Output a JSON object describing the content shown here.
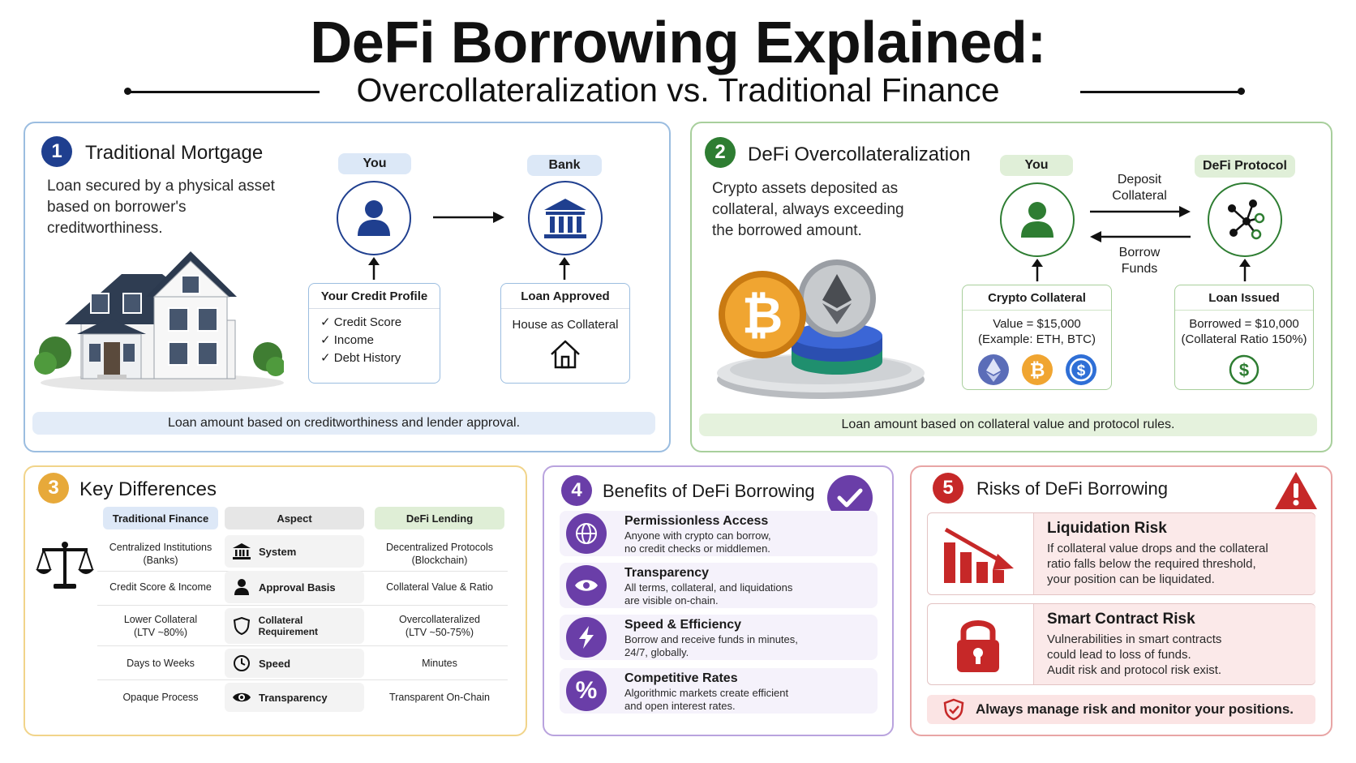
{
  "header": {
    "title": "DeFi Borrowing Explained:",
    "subtitle": "Overcollateralization vs. Traditional Finance"
  },
  "traditional": {
    "number": "1",
    "title": "Traditional Mortgage",
    "description": [
      "Loan secured by a physical asset",
      "based on borrower's",
      "creditworthiness."
    ],
    "you_label": "You",
    "bank_label": "Bank",
    "credit_box": {
      "title": "Your Credit Profile",
      "items": [
        "Credit Score",
        "Income",
        "Debt History"
      ]
    },
    "loan_box": {
      "title": "Loan Approved",
      "text": "House as Collateral"
    },
    "banner": "Loan amount based on creditworthiness and lender approval."
  },
  "defi": {
    "number": "2",
    "title": "DeFi Overcollateralization",
    "description": [
      "Crypto assets deposited as",
      "collateral, always exceeding",
      "the borrowed amount."
    ],
    "you_label": "You",
    "protocol_label": "DeFi Protocol",
    "deposit_label": [
      "Deposit",
      "Collateral"
    ],
    "borrow_label": [
      "Borrow",
      "Funds"
    ],
    "collateral_box": {
      "title": "Crypto Collateral",
      "lines": [
        "Value = $15,000",
        "(Example: ETH, BTC)"
      ]
    },
    "loan_box": {
      "title": "Loan Issued",
      "lines": [
        "Borrowed = $10,000",
        "(Collateral Ratio 150%)"
      ]
    },
    "banner": "Loan amount based on collateral value and protocol rules."
  },
  "differences": {
    "number": "3",
    "title": "Key Differences",
    "headers": {
      "traditional": "Traditional Finance",
      "aspect": "Aspect",
      "defi": "DeFi Lending"
    },
    "rows": [
      {
        "traditional": [
          "Centralized Institutions",
          "(Banks)"
        ],
        "aspect": "System",
        "icon": "bank-icon",
        "defi": [
          "Decentralized Protocols",
          "(Blockchain)"
        ]
      },
      {
        "traditional": [
          "Credit Score & Income"
        ],
        "aspect": "Approval Basis",
        "icon": "person-icon",
        "defi": [
          "Collateral Value & Ratio"
        ]
      },
      {
        "traditional": [
          "Lower Collateral",
          "(LTV ~80%)"
        ],
        "aspect": "Collateral Requirement",
        "icon": "shield-icon",
        "defi": [
          "Overcollateralized",
          "(LTV ~50-75%)"
        ]
      },
      {
        "traditional": [
          "Days to Weeks"
        ],
        "aspect": "Speed",
        "icon": "clock-icon",
        "defi": [
          "Minutes"
        ]
      },
      {
        "traditional": [
          "Opaque Process"
        ],
        "aspect": "Transparency",
        "icon": "eye-icon",
        "defi": [
          "Transparent On-Chain"
        ]
      }
    ]
  },
  "benefits": {
    "number": "4",
    "title": "Benefits of DeFi Borrowing",
    "items": [
      {
        "title": "Permissionless Access",
        "text": [
          "Anyone with crypto can borrow,",
          "no credit checks or middlemen."
        ],
        "icon": "globe-icon"
      },
      {
        "title": "Transparency",
        "text": [
          "All terms, collateral, and liquidations",
          "are visible on-chain."
        ],
        "icon": "eye-icon"
      },
      {
        "title": "Speed & Efficiency",
        "text": [
          "Borrow and receive funds in minutes,",
          "24/7, globally."
        ],
        "icon": "lightning-icon"
      },
      {
        "title": "Competitive Rates",
        "text": [
          "Algorithmic markets create efficient",
          "and open interest rates."
        ],
        "icon": "percent-icon"
      }
    ]
  },
  "risks": {
    "number": "5",
    "title": "Risks of DeFi Borrowing",
    "items": [
      {
        "title": "Liquidation Risk",
        "text": [
          "If collateral value drops and the collateral",
          "ratio falls below the required threshold,",
          "your position can be liquidated."
        ],
        "icon": "falling-chart-icon"
      },
      {
        "title": "Smart Contract Risk",
        "text": [
          "Vulnerabilities in smart contracts",
          "could lead to loss of funds.",
          "Audit risk and protocol risk exist."
        ],
        "icon": "padlock-icon"
      }
    ],
    "banner": "Always manage risk and monitor your positions."
  },
  "colors": {
    "traditional_accent": "#1f3f8f",
    "defi_accent": "#2e7d32",
    "differences_accent": "#e7a93a",
    "benefits_accent": "#6a3ea8",
    "risks_accent": "#c62828"
  }
}
